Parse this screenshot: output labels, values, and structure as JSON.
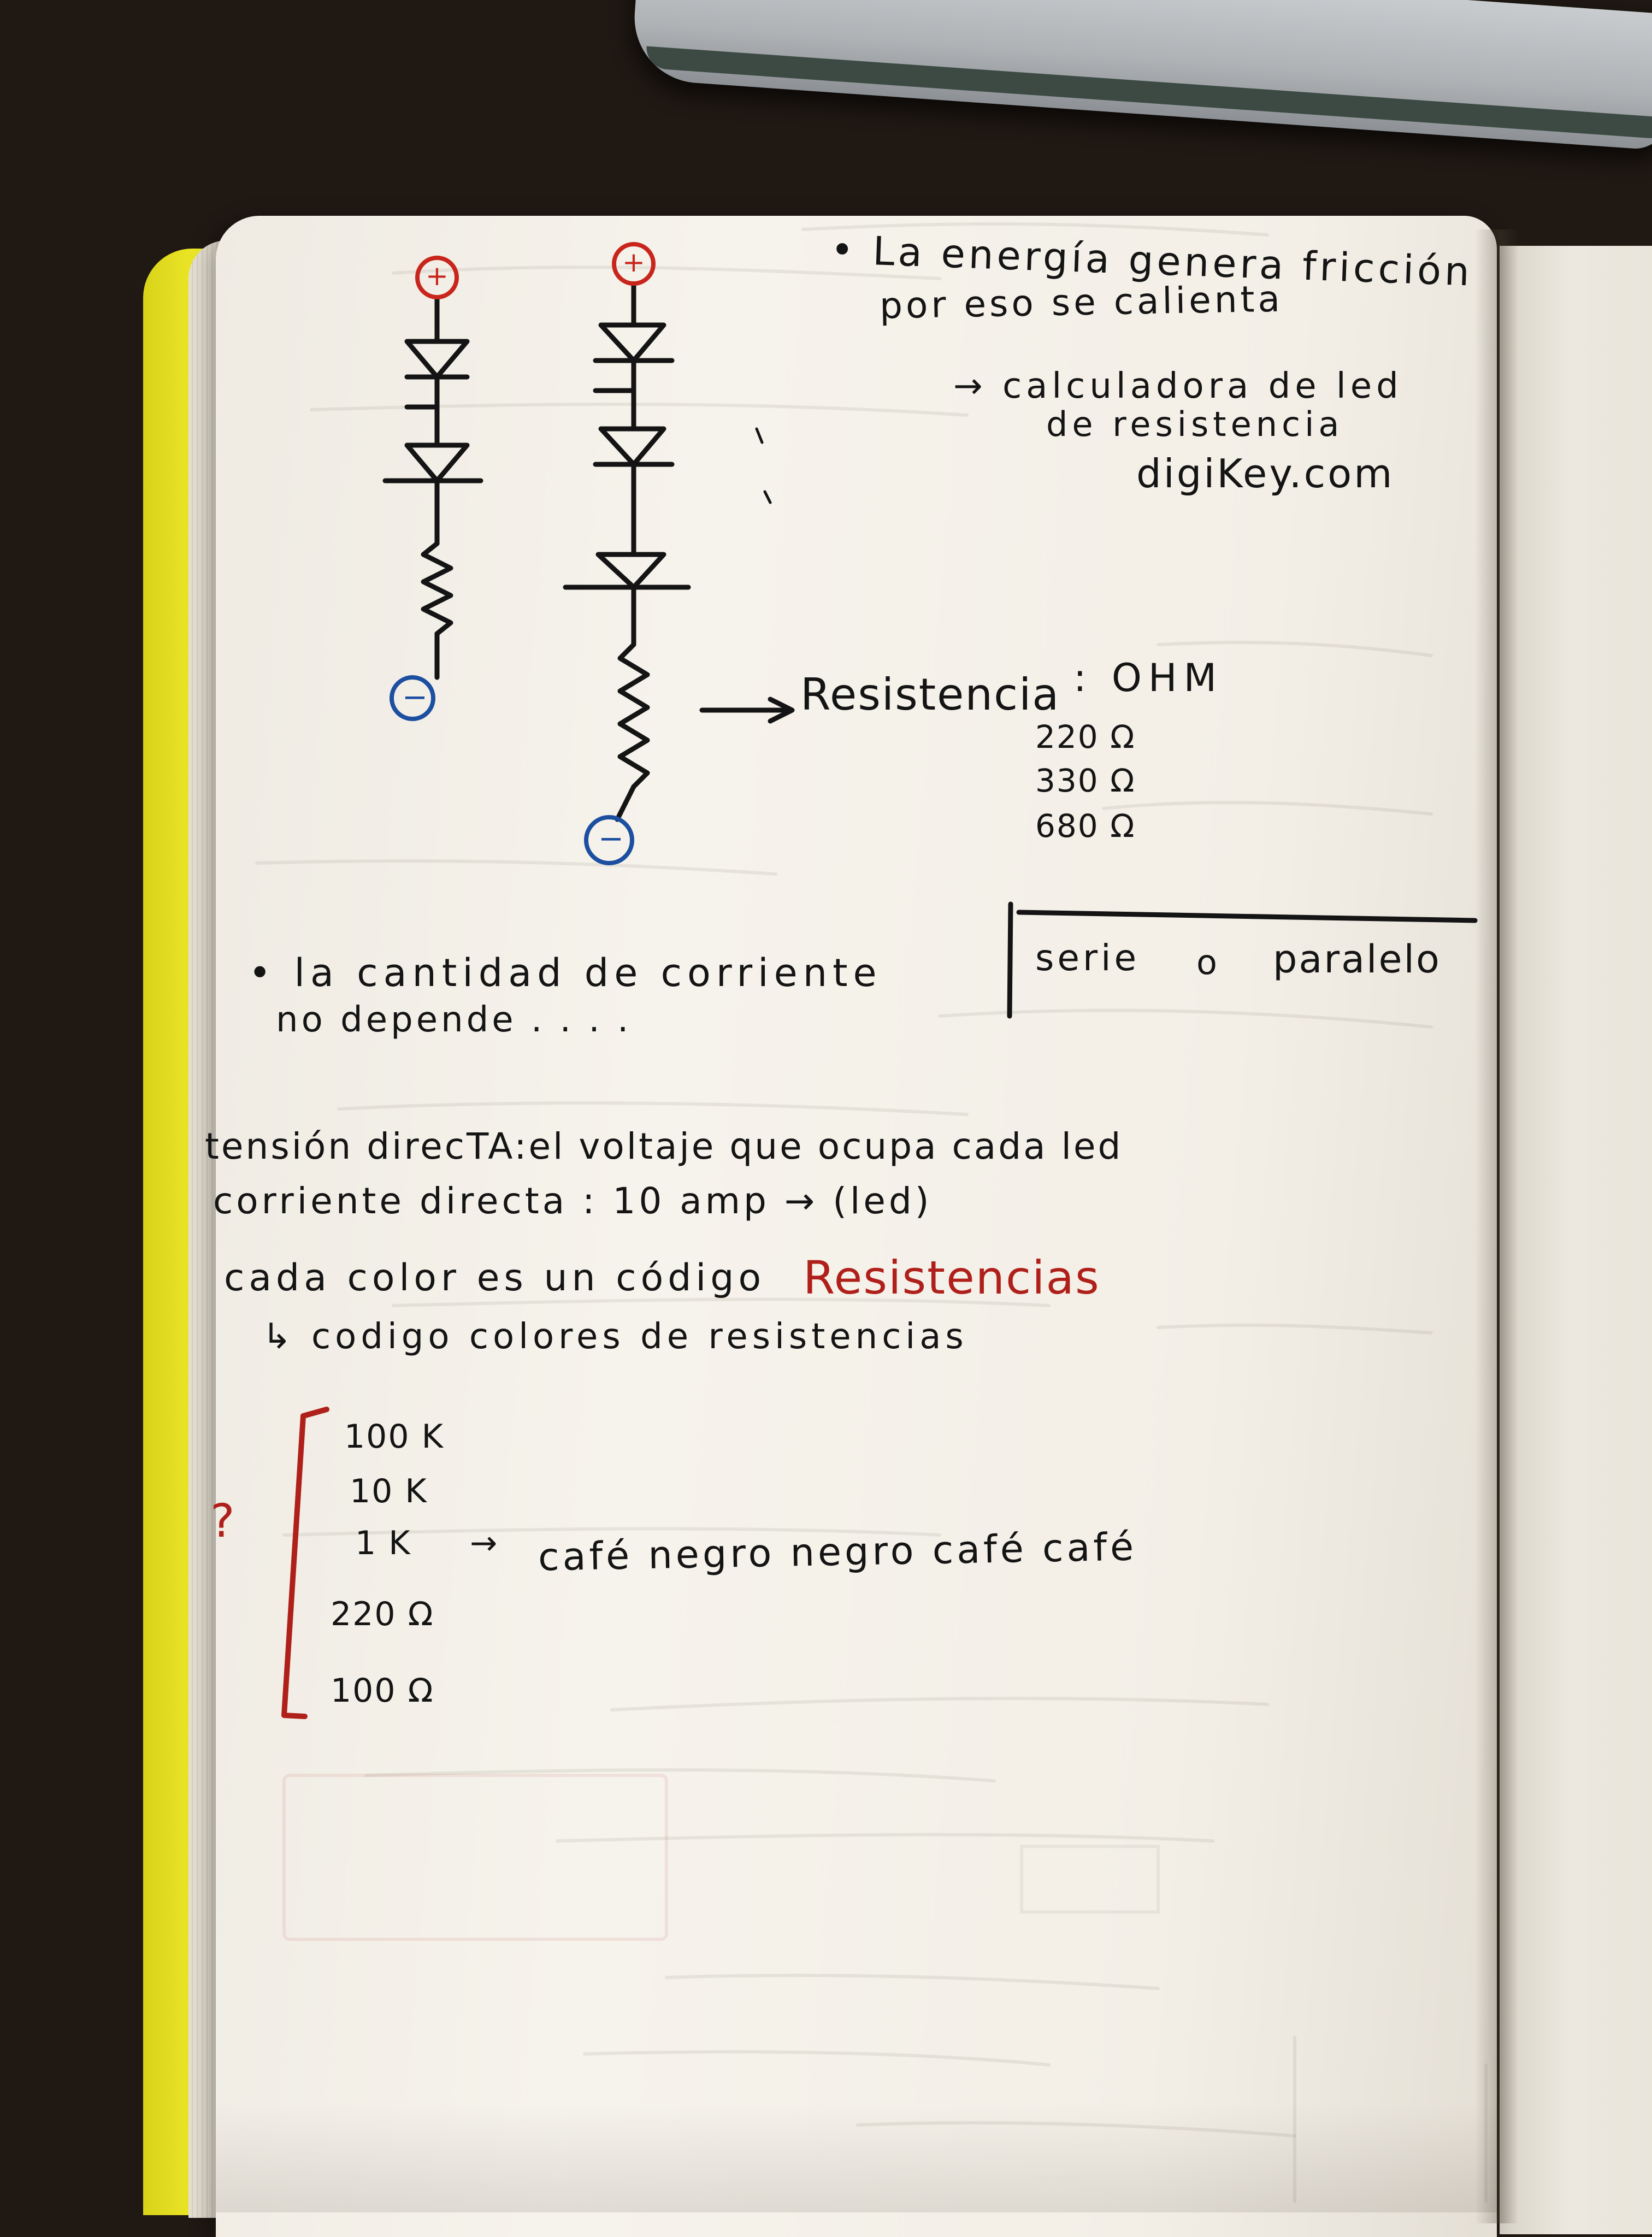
{
  "scene": {
    "colors": {
      "desk": "#1f1813",
      "cover": "#f0ea2a",
      "paper": "#f3efe7",
      "ink_black": "#141414",
      "ink_red": "#b0201b",
      "ink_blue": "#1c4fa0"
    }
  },
  "circuits": {
    "plus_symbol": "+",
    "minus_symbol": "−",
    "left_leds": 2,
    "right_leds": 3
  },
  "notes": {
    "energy_line1": "• La energía genera fricción",
    "energy_line2": "por eso se calienta",
    "calc_line1": "→ calculadora de led",
    "calc_line2": "de resistencia",
    "site": "digiKey.com",
    "resistance_arrow": "⟶",
    "resistance_label": "Resistencia",
    "unit_label": ": OHM",
    "values": [
      "220 Ω",
      "330 Ω",
      "680 Ω"
    ],
    "serie": "serie",
    "o": "o",
    "paralelo": "paralelo",
    "current_line1": "• la cantidad de corriente",
    "current_line2": "no depende . . . .",
    "tension": "tensión direcTA:el voltaje que ocupa cada led",
    "corriente": "corriente directa : 10 amp → (led)",
    "color_text": "cada color es un código",
    "color_red": "Resistencias",
    "codigo": "↳ codigo colores de resistencias",
    "question": "?",
    "list": [
      "100 K",
      "10 K",
      "1 K",
      "220 Ω",
      "100 Ω"
    ],
    "list_arrow": "→",
    "colors_code": "café negro negro café café"
  }
}
